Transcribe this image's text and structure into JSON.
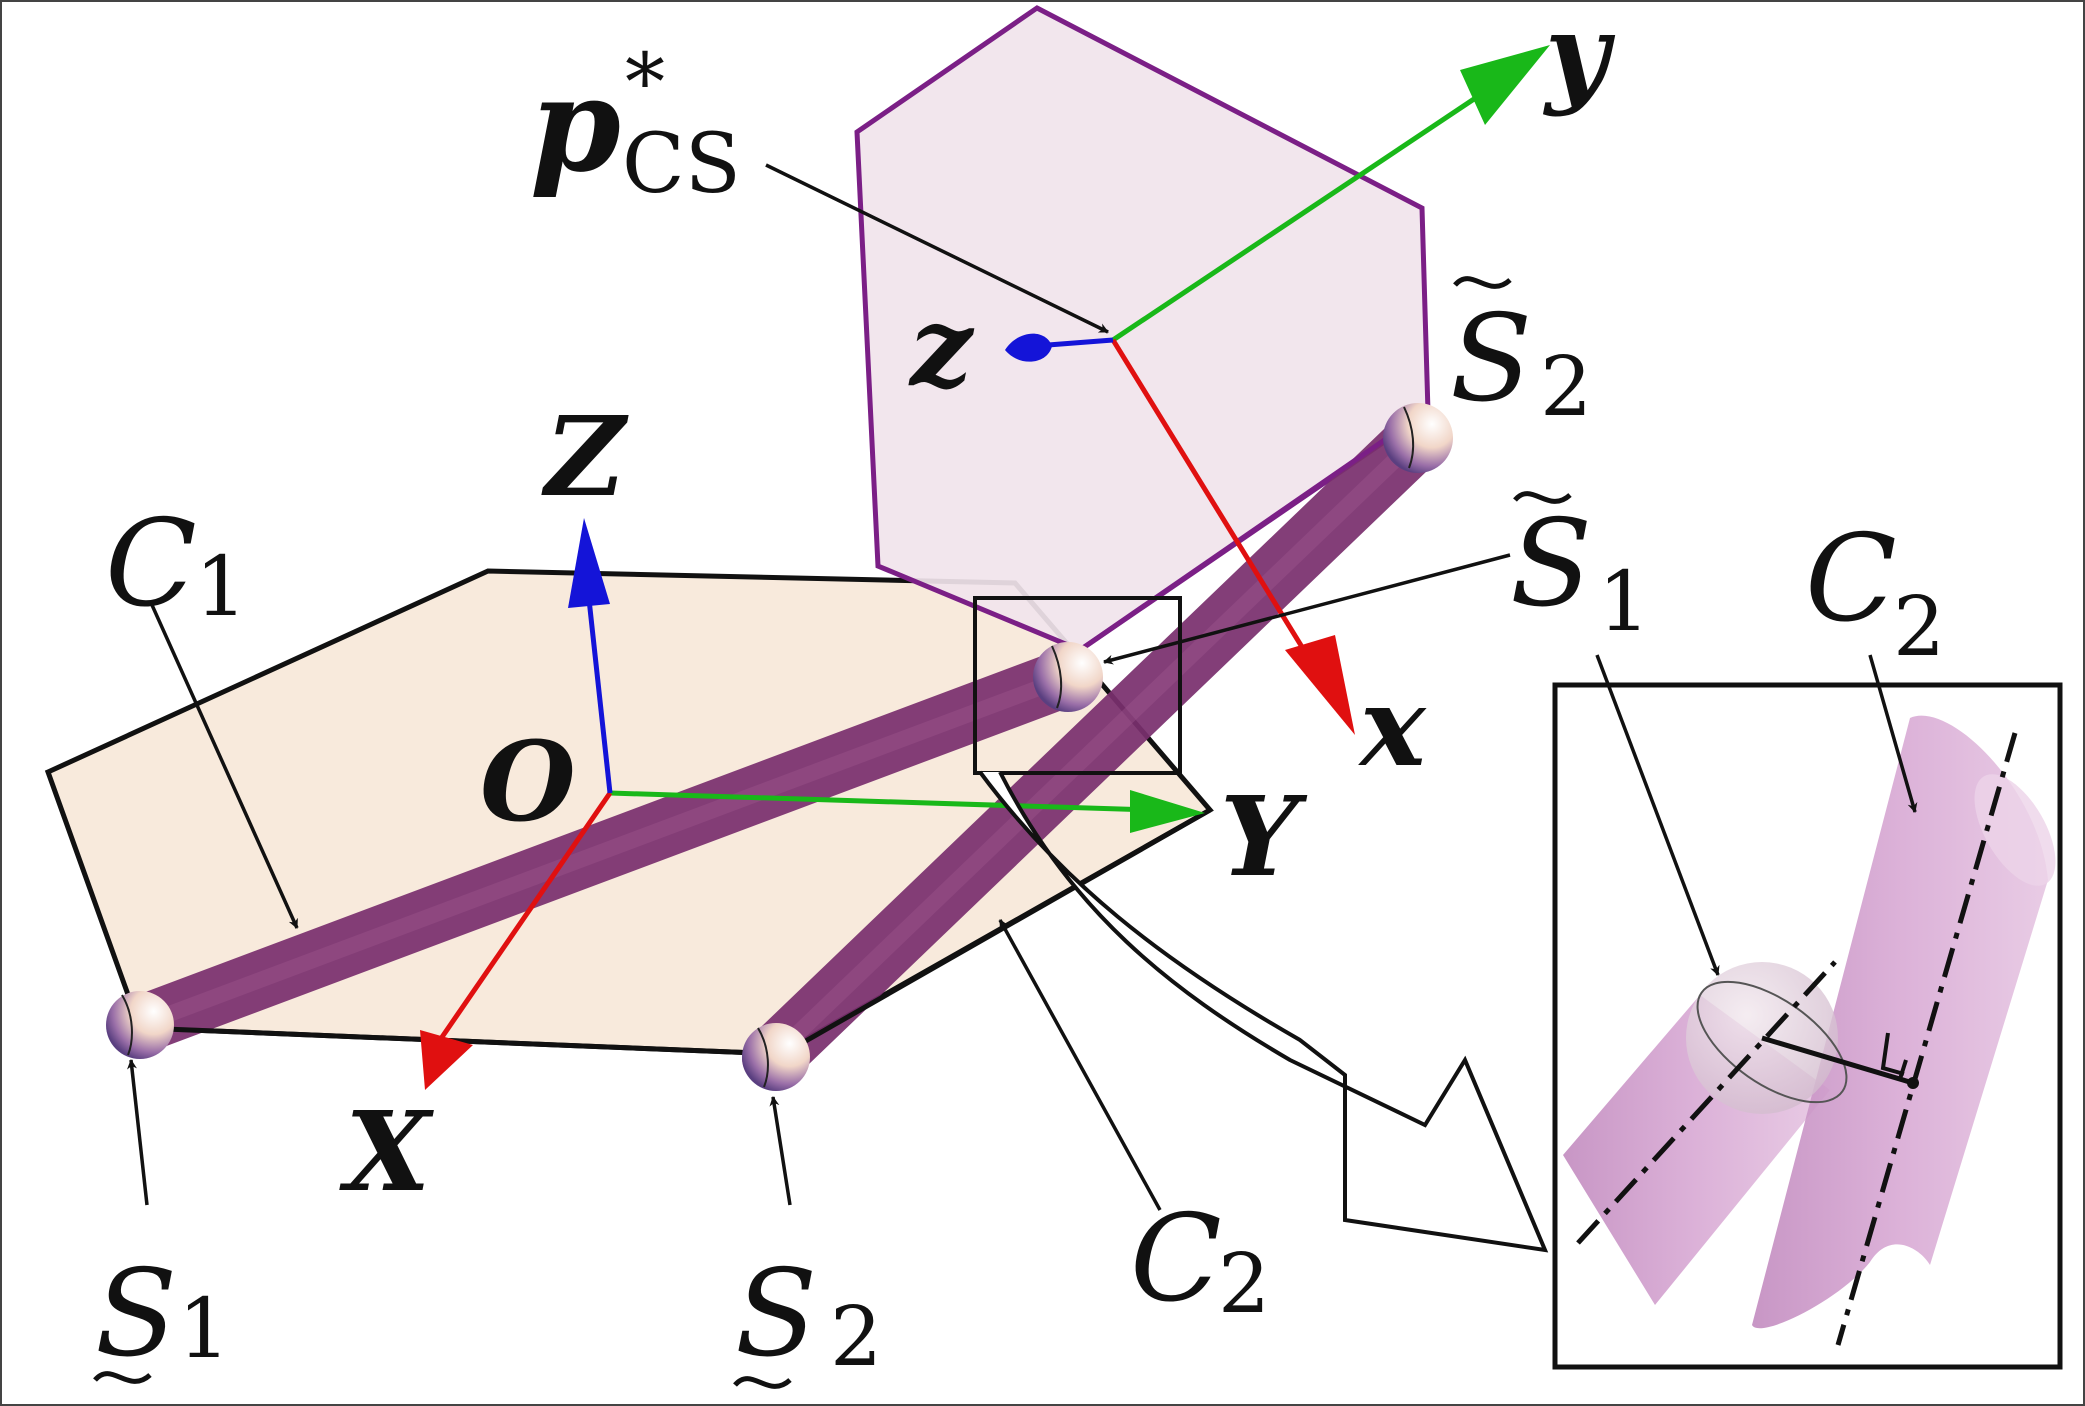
{
  "colors": {
    "base_plate_fill": "#f8eadc",
    "top_plate_fill": "#f1e4ec",
    "top_plate_edge": "#7b1f86",
    "link_color": "#7b3470",
    "axis_x": "#e01010",
    "axis_y": "#19b819",
    "axis_z": "#1414d8",
    "detail_cylinder": "#c994c4"
  },
  "labels": {
    "Z_main": "Z",
    "X_main": "X",
    "Y_main": "Y",
    "O": "O",
    "x_local": "x",
    "y_local": "y",
    "z_local": "z",
    "p_base": "p",
    "p_sup": "*",
    "p_sub": "CS",
    "C1_base": "C",
    "C1_sub": "1",
    "C2_base": "C",
    "C2_sub": "2",
    "C2_inset_base": "C",
    "C2_inset_sub": "2",
    "S1_base": "S",
    "S1_sub": "1",
    "S2_base": "S",
    "S2_sub": "2",
    "S1t_base": "S",
    "S1t_sub": "1",
    "S2t_base": "S",
    "S2t_sub": "2"
  },
  "icons": {
    "zoom_arrow": "hollow-arrow-icon",
    "under_tilde": "tilde-under-icon",
    "over_tilde": "tilde-over-icon"
  }
}
